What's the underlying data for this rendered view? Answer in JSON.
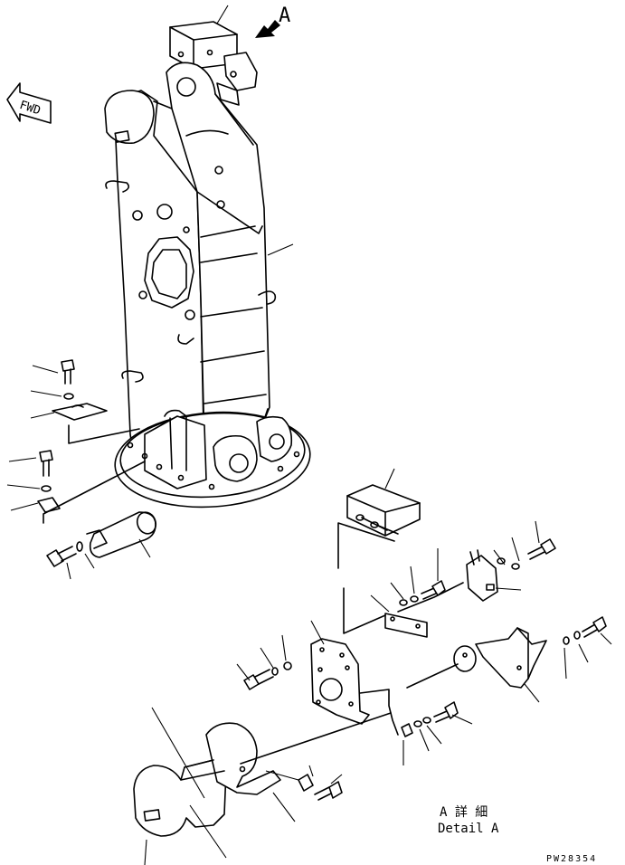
{
  "view_label": "A",
  "fwd_label": "FWD",
  "detail_label_jp": "A 詳 細",
  "detail_label_en": "Detail A",
  "drawing_number": "PW28354"
}
